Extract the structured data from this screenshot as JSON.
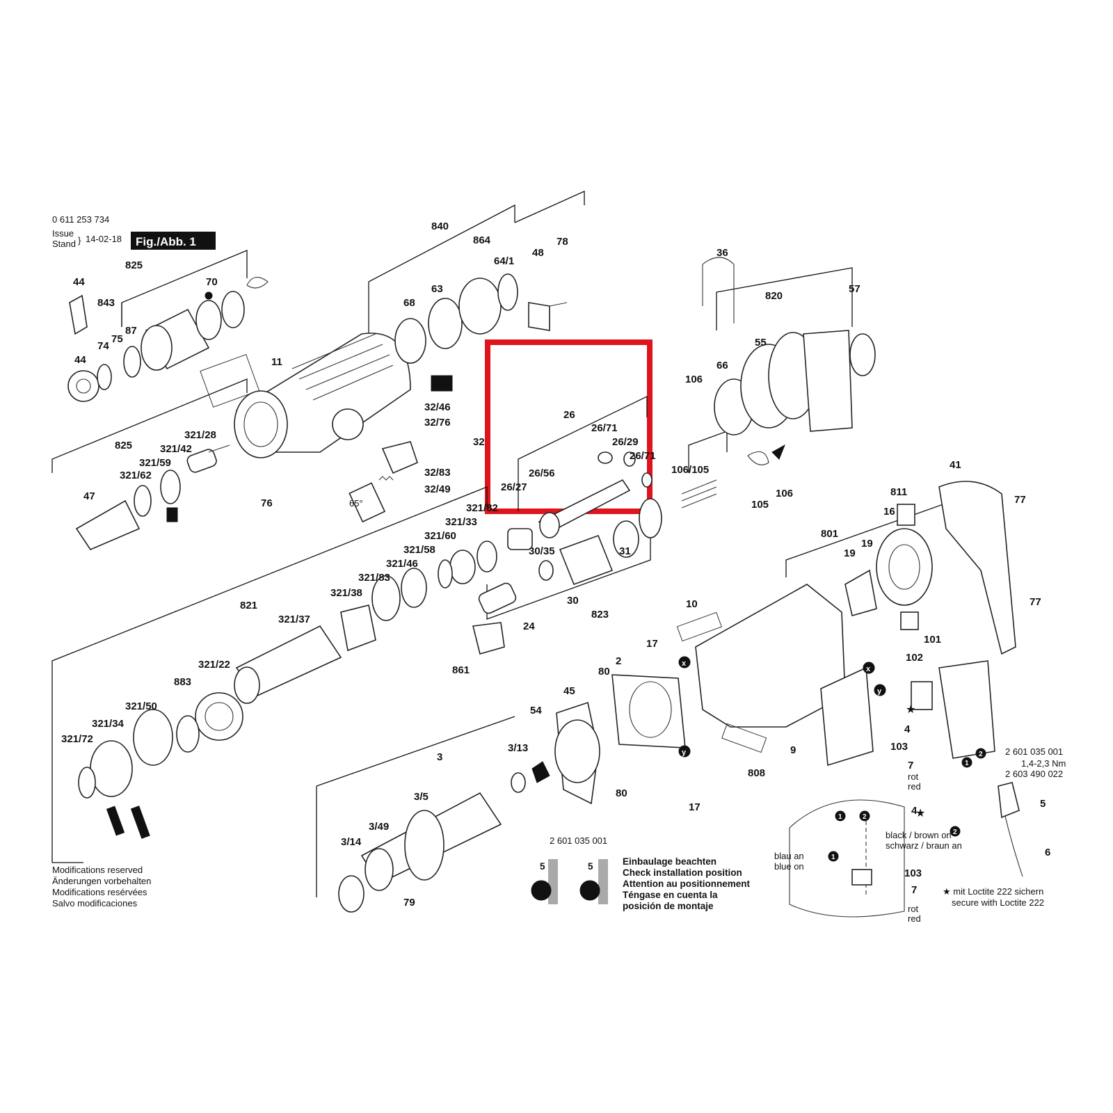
{
  "header": {
    "part_number": "0 611 253 734",
    "issue_label": "Issue",
    "stand_label": "Stand",
    "date": "14-02-18",
    "figure": "Fig./Abb. 1"
  },
  "notes": {
    "modifications": [
      "Modifications reserved",
      "Änderungen vorbehalten",
      "Modifications resérvées",
      "Salvo modificaciones"
    ],
    "install": [
      "Einbaulage beachten",
      "Check installation position",
      "Attention au positionnement",
      "Téngase en cuenta la",
      "posición de montaje"
    ],
    "brush_part": "2 601 035 001",
    "brush_nums": [
      "5",
      "5"
    ],
    "switch_part": "2 601 035 001",
    "torque": "1,4-2,3 Nm",
    "switch_part2": "2 603 490 022",
    "loctite": [
      "★ mit Loctite 222 sichern",
      "secure with Loctite 222"
    ],
    "wiring": {
      "blau": "blau an",
      "blue": "blue on",
      "black": "black / brown on",
      "schwarz": "schwarz / braun an",
      "rot": "rot",
      "red": "red"
    },
    "angle": "65°"
  },
  "labels": [
    {
      "id": "l44a",
      "t": "44"
    },
    {
      "id": "l44b",
      "t": "44"
    },
    {
      "id": "l74",
      "t": "74"
    },
    {
      "id": "l75",
      "t": "75"
    },
    {
      "id": "l87",
      "t": "87"
    },
    {
      "id": "l843",
      "t": "843"
    },
    {
      "id": "l825a",
      "t": "825"
    },
    {
      "id": "l70",
      "t": "70"
    },
    {
      "id": "l11",
      "t": "11"
    },
    {
      "id": "l840",
      "t": "840"
    },
    {
      "id": "l864",
      "t": "864"
    },
    {
      "id": "l48",
      "t": "48"
    },
    {
      "id": "l78",
      "t": "78"
    },
    {
      "id": "l641",
      "t": "64/1"
    },
    {
      "id": "l68",
      "t": "68"
    },
    {
      "id": "l63",
      "t": "63"
    },
    {
      "id": "l3246",
      "t": "32/46"
    },
    {
      "id": "l3276",
      "t": "32/76"
    },
    {
      "id": "l32",
      "t": "32"
    },
    {
      "id": "l3283",
      "t": "32/83"
    },
    {
      "id": "l3249",
      "t": "32/49"
    },
    {
      "id": "l76",
      "t": "76"
    },
    {
      "id": "l825b",
      "t": "825"
    },
    {
      "id": "l32128",
      "t": "321/28"
    },
    {
      "id": "l32142",
      "t": "321/42"
    },
    {
      "id": "l32159",
      "t": "321/59"
    },
    {
      "id": "l32162",
      "t": "321/62"
    },
    {
      "id": "l47",
      "t": "47"
    },
    {
      "id": "l26",
      "t": "26"
    },
    {
      "id": "l2671",
      "t": "26/71"
    },
    {
      "id": "l2629",
      "t": "26/29"
    },
    {
      "id": "l2671b",
      "t": "26/71"
    },
    {
      "id": "l2656",
      "t": "26/56"
    },
    {
      "id": "l2627",
      "t": "26/27"
    },
    {
      "id": "l32182",
      "t": "321/82"
    },
    {
      "id": "l32133",
      "t": "321/33"
    },
    {
      "id": "l32160",
      "t": "321/60"
    },
    {
      "id": "l32158",
      "t": "321/58"
    },
    {
      "id": "l32146",
      "t": "321/46"
    },
    {
      "id": "l32183",
      "t": "321/83"
    },
    {
      "id": "l32138",
      "t": "321/38"
    },
    {
      "id": "l821",
      "t": "821"
    },
    {
      "id": "l32137",
      "t": "321/37"
    },
    {
      "id": "l32122",
      "t": "321/22"
    },
    {
      "id": "l883",
      "t": "883"
    },
    {
      "id": "l32150",
      "t": "321/50"
    },
    {
      "id": "l32134",
      "t": "321/34"
    },
    {
      "id": "l32172",
      "t": "321/72"
    },
    {
      "id": "l3035",
      "t": "30/35"
    },
    {
      "id": "l31",
      "t": "31"
    },
    {
      "id": "l30",
      "t": "30"
    },
    {
      "id": "l823",
      "t": "823"
    },
    {
      "id": "l24",
      "t": "24"
    },
    {
      "id": "l861",
      "t": "861"
    },
    {
      "id": "l36",
      "t": "36"
    },
    {
      "id": "l820",
      "t": "820"
    },
    {
      "id": "l57",
      "t": "57"
    },
    {
      "id": "l55",
      "t": "55"
    },
    {
      "id": "l66",
      "t": "66"
    },
    {
      "id": "l106a",
      "t": "106"
    },
    {
      "id": "l106105",
      "t": "106/105"
    },
    {
      "id": "l105",
      "t": "105"
    },
    {
      "id": "l106b",
      "t": "106"
    },
    {
      "id": "l41",
      "t": "41"
    },
    {
      "id": "l77a",
      "t": "77"
    },
    {
      "id": "l811",
      "t": "811"
    },
    {
      "id": "l16",
      "t": "16"
    },
    {
      "id": "l801",
      "t": "801"
    },
    {
      "id": "l19a",
      "t": "19"
    },
    {
      "id": "l19b",
      "t": "19"
    },
    {
      "id": "l77b",
      "t": "77"
    },
    {
      "id": "l10",
      "t": "10"
    },
    {
      "id": "l101",
      "t": "101"
    },
    {
      "id": "l102",
      "t": "102"
    },
    {
      "id": "l17a",
      "t": "17"
    },
    {
      "id": "l2",
      "t": "2"
    },
    {
      "id": "l80a",
      "t": "80"
    },
    {
      "id": "l45",
      "t": "45"
    },
    {
      "id": "l54",
      "t": "54"
    },
    {
      "id": "l4a",
      "t": "4"
    },
    {
      "id": "l103a",
      "t": "103"
    },
    {
      "id": "l7a",
      "t": "7"
    },
    {
      "id": "l9",
      "t": "9"
    },
    {
      "id": "l808",
      "t": "808"
    },
    {
      "id": "l80b",
      "t": "80"
    },
    {
      "id": "l17b",
      "t": "17"
    },
    {
      "id": "l3",
      "t": "3"
    },
    {
      "id": "l313",
      "t": "3/13"
    },
    {
      "id": "l35",
      "t": "3/5"
    },
    {
      "id": "l349",
      "t": "3/49"
    },
    {
      "id": "l314",
      "t": "3/14"
    },
    {
      "id": "l79",
      "t": "79"
    },
    {
      "id": "l5a",
      "t": "5"
    },
    {
      "id": "l6",
      "t": "6"
    },
    {
      "id": "l4b",
      "t": "4"
    },
    {
      "id": "l103b",
      "t": "103"
    },
    {
      "id": "l7b",
      "t": "7"
    }
  ],
  "markers": {
    "x": "x",
    "y": "y",
    "one": "1",
    "two": "2"
  }
}
